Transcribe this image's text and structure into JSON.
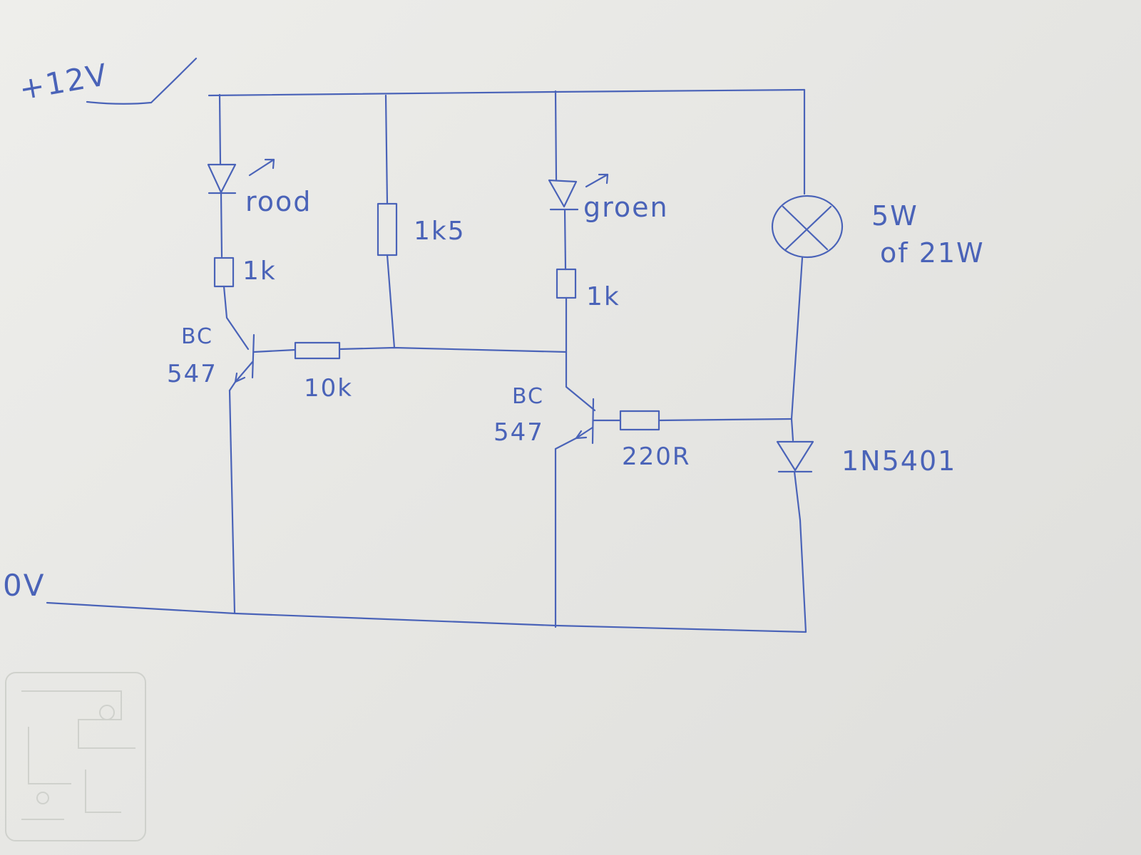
{
  "labels": {
    "supply": "+12V",
    "ground": "0V",
    "led_red": "rood",
    "led_green": "groen",
    "r_red": "1k",
    "r_bias": "1k5",
    "r_green": "1k",
    "r_base1": "10k",
    "r_base2": "220R",
    "q1_line1": "BC",
    "q1_line2": "547",
    "q2_line1": "BC",
    "q2_line2": "547",
    "lamp_line1": "5W",
    "lamp_line2": "of 21W",
    "diode": "1N5401"
  },
  "colors": {
    "ink": "#4a63b8",
    "paper": "#e7e7e4"
  }
}
